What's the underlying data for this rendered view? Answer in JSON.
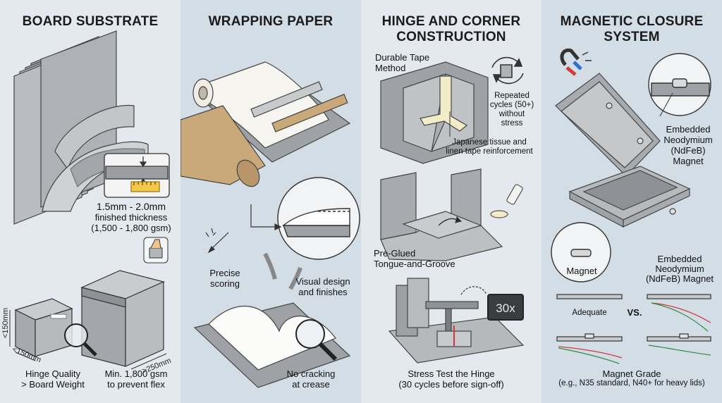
{
  "panels": {
    "board": {
      "title": "BOARD SUBSTRATE",
      "thickness_main": "1.5mm - 2.0mm",
      "thickness_sub1": "finished thickness",
      "thickness_sub2": "(1,500 - 1,800 gsm)",
      "dim_h": "<150mm",
      "dim_w": "<150mm",
      "dim_large": ">250mm",
      "hinge_label1": "Hinge Quality",
      "hinge_label2": "> Board Weight",
      "min_label1": "Min. 1,800 gsm",
      "min_label2": "to prevent flex"
    },
    "paper": {
      "title": "WRAPPING PAPER",
      "scoring1": "Precise",
      "scoring2": "scoring",
      "visual1": "Visual design",
      "visual2": "and finishes",
      "crack1": "No cracking",
      "crack2": "at crease"
    },
    "hinge": {
      "title1": "HINGE AND CORNER",
      "title2": "CONSTRUCTION",
      "tape1": "Durable Tape",
      "tape2": "Method",
      "cycles1": "Repeated",
      "cycles2": "cycles (50+)",
      "cycles3": "without",
      "cycles4": "stress",
      "japanese1": "Japanese tissue and",
      "japanese2": "linen tape reinforcement",
      "glued1": "Pre-Glued",
      "glued2": "Tongue-and-Groove",
      "zoom": "30x",
      "stress1": "Stress Test the Hinge",
      "stress2": "(30 cycles before sign-off)"
    },
    "magnet": {
      "title1": "MAGNETIC CLOSURE",
      "title2": "SYSTEM",
      "embedded1": "Embedded",
      "embedded2": "Neodymium",
      "embedded3": "(NdFeB)",
      "embedded4": "Magnet",
      "magnet_label": "Magnet",
      "embedded_b1": "Embedded",
      "embedded_b2": "Neodymium",
      "embedded_b3": "(NdFeB) Magnet",
      "adequate": "Adequate",
      "vs": "VS.",
      "grade1": "Magnet Grade",
      "grade2": "(e.g., N35 standard, N40+ for heavy lids)"
    }
  },
  "colors": {
    "board_gray": "#a9adb1",
    "kraft": "#c9a87a",
    "tape": "#f2edc8",
    "accent_red": "#c0392b",
    "accent_green": "#2e8b3e"
  }
}
